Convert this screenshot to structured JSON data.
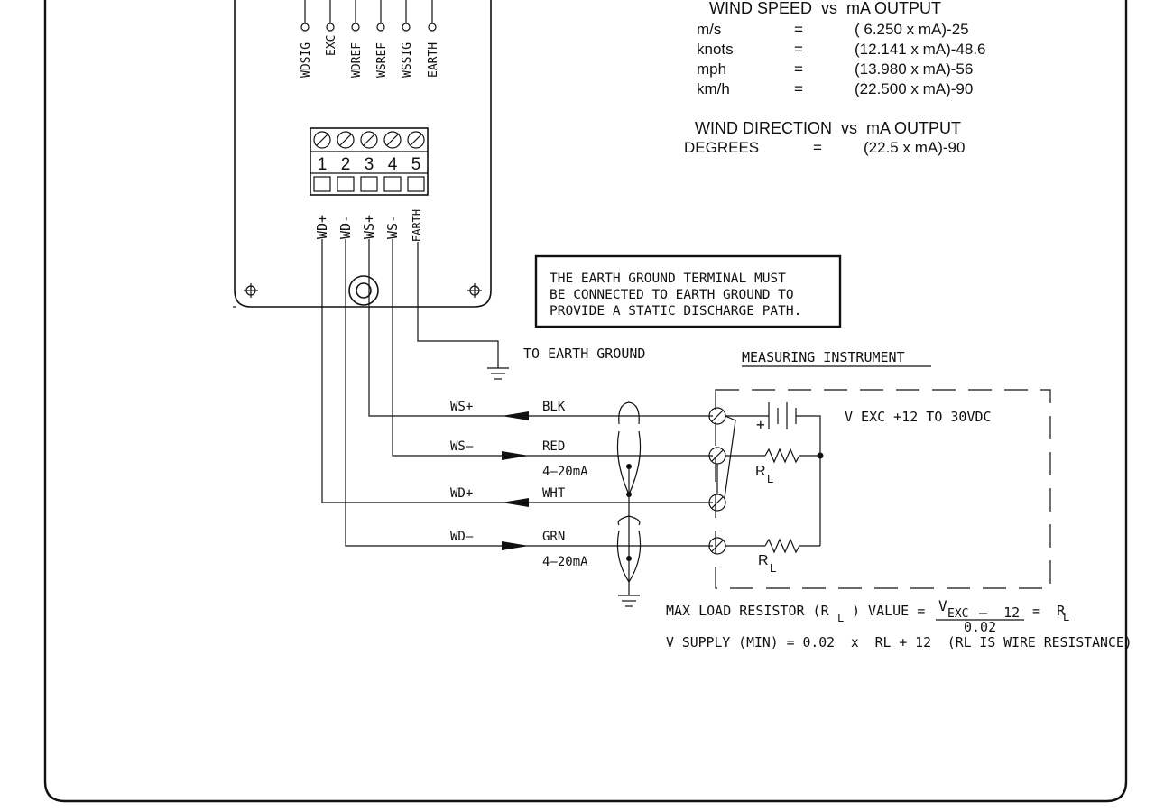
{
  "sensor": {
    "top_labels": [
      "WDSIG",
      "EXC",
      "WDREF",
      "WSREF",
      "WSSIG",
      "EARTH"
    ],
    "terminal_numbers": [
      "1",
      "2",
      "3",
      "4",
      "5"
    ],
    "terminal_labels": [
      "WD+",
      "WD-",
      "WS+",
      "WS-",
      "EARTH"
    ]
  },
  "wind_speed": {
    "title": "WIND SPEED  vs  mA OUTPUT",
    "rows": [
      {
        "unit": "m/s",
        "eq": "=",
        "formula": "( 6.250 x mA)-25"
      },
      {
        "unit": "knots",
        "eq": "=",
        "formula": "(12.141 x mA)-48.6"
      },
      {
        "unit": "mph",
        "eq": "=",
        "formula": "(13.980 x mA)-56"
      },
      {
        "unit": "km/h",
        "eq": "=",
        "formula": "(22.500 x mA)-90"
      }
    ]
  },
  "wind_direction": {
    "title": "WIND DIRECTION  vs  mA OUTPUT",
    "unit": "DEGREES",
    "eq": "=",
    "formula": "(22.5 x mA)-90"
  },
  "note": {
    "line1": "THE EARTH GROUND TERMINAL MUST",
    "line2": "BE CONNECTED TO EARTH GROUND TO",
    "line3": "PROVIDE A STATIC DISCHARGE PATH."
  },
  "earth_label": "TO EARTH GROUND",
  "instrument": {
    "title": "MEASURING INSTRUMENT",
    "vexc": "V EXC  +12  TO  30VDC",
    "plus": "+",
    "rl_main": "R",
    "rl_sub": "L"
  },
  "wires": {
    "signals": [
      "WS+",
      "WS–",
      "WD+",
      "WD–"
    ],
    "colors": [
      "BLK",
      "RED",
      "WHT",
      "GRN"
    ],
    "current": "4–20mA"
  },
  "formula": {
    "max_prefix": "MAX LOAD RESISTOR (R",
    "max_sub": "L",
    "max_mid": ") VALUE =",
    "num_v": "V",
    "num_sub": "EXC",
    "num_rest": " –  12",
    "den": "0.02",
    "result_eq": "=  R",
    "result_sub": "L",
    "supply": "V SUPPLY (MIN) = 0.02  x  RL + 12  (RL IS WIRE RESISTANCE)"
  }
}
